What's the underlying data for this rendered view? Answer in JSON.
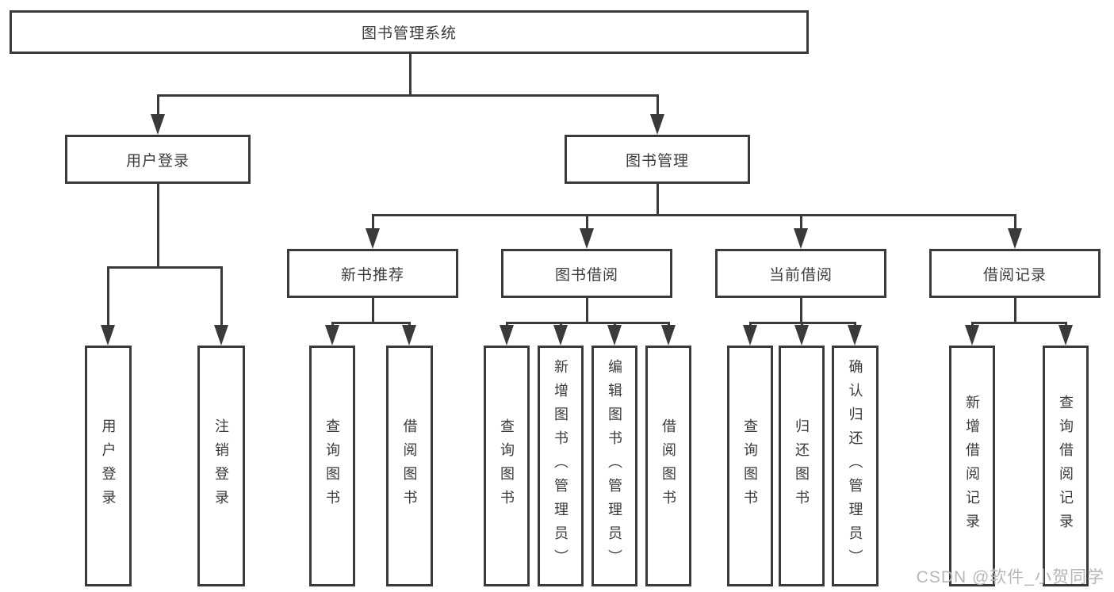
{
  "diagram": {
    "title": "图书管理系统",
    "root": {
      "label": "图书管理系统"
    },
    "level2": [
      {
        "label": "用户登录",
        "leaves": [
          {
            "label": "用户登录"
          },
          {
            "label": "注销登录"
          }
        ]
      },
      {
        "label": "图书管理",
        "groups": [
          {
            "label": "新书推荐",
            "leaves": [
              {
                "label": "查询图书"
              },
              {
                "label": "借阅图书"
              }
            ]
          },
          {
            "label": "图书借阅",
            "leaves": [
              {
                "label": "查询图书"
              },
              {
                "label": "新增图书（管理员）"
              },
              {
                "label": "编辑图书（管理员）"
              },
              {
                "label": "借阅图书"
              }
            ]
          },
          {
            "label": "当前借阅",
            "leaves": [
              {
                "label": "查询图书"
              },
              {
                "label": "归还图书"
              },
              {
                "label": "确认归还（管理员）"
              }
            ]
          },
          {
            "label": "借阅记录",
            "leaves": [
              {
                "label": "新增借阅记录"
              },
              {
                "label": "查询借阅记录"
              }
            ]
          }
        ]
      }
    ],
    "watermark": "CSDN @软件_小贺同学"
  },
  "colors": {
    "line": "#3a3a3a",
    "text": "#3b3b3b",
    "watermark_text": "#b7b7b7",
    "background": "#ffffff"
  }
}
